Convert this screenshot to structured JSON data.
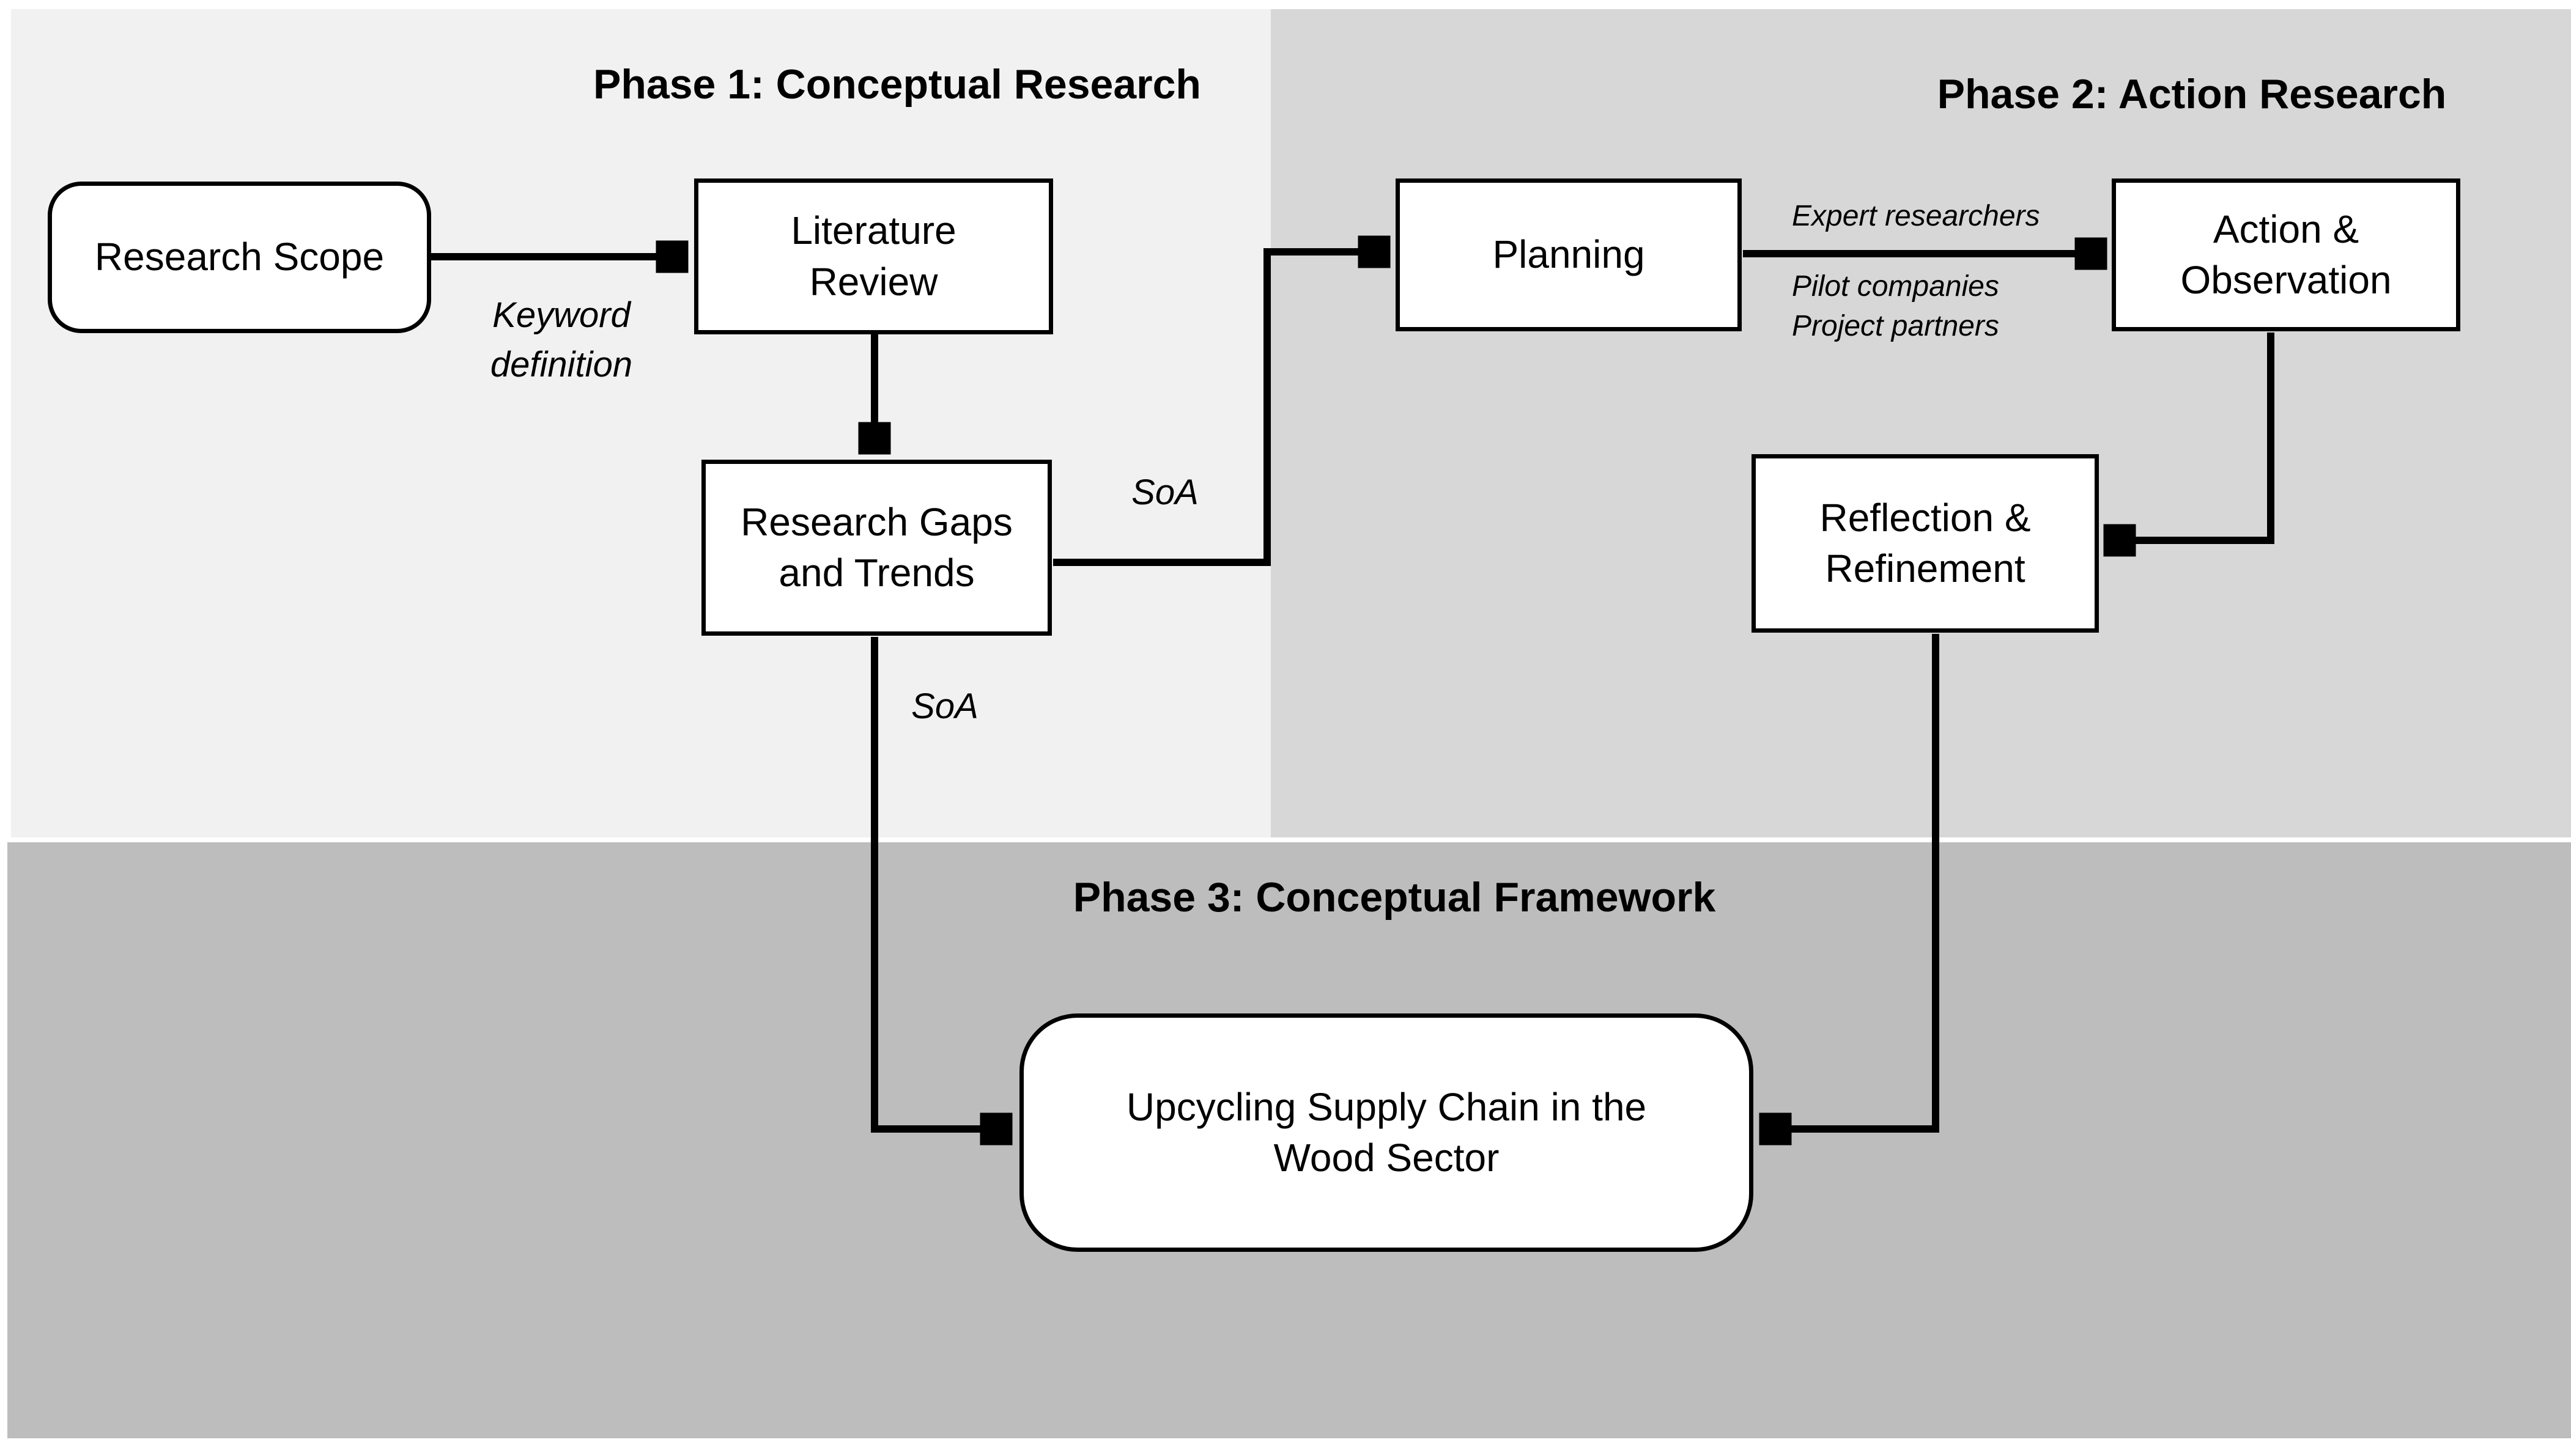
{
  "diagram": {
    "phase1": {
      "title": "Phase 1: Conceptual Research",
      "bg": "#f1f1f1"
    },
    "phase2": {
      "title": "Phase 2: Action Research",
      "bg": "#d7d7d7"
    },
    "phase3": {
      "title": "Phase 3: Conceptual Framework",
      "bg": "#bdbdbd"
    },
    "nodes": {
      "research_scope": "Research Scope",
      "literature_review": "Literature Review",
      "research_gaps": "Research Gaps and Trends",
      "planning": "Planning",
      "action_observation": "Action & Observation",
      "reflection_refinement": "Reflection & Refinement",
      "upcycling": "Upcycling Supply Chain in the Wood Sector"
    },
    "labels": {
      "keyword_definition": "Keyword definition",
      "soa_to_planning": "SoA",
      "soa_to_framework": "SoA",
      "expert_researchers": "Expert researchers",
      "pilot_companies": "Pilot companies",
      "project_partners": "Project partners"
    },
    "colors": {
      "box_fill": "#ffffff",
      "box_border": "#000000",
      "line": "#000000",
      "text": "#000000"
    }
  }
}
